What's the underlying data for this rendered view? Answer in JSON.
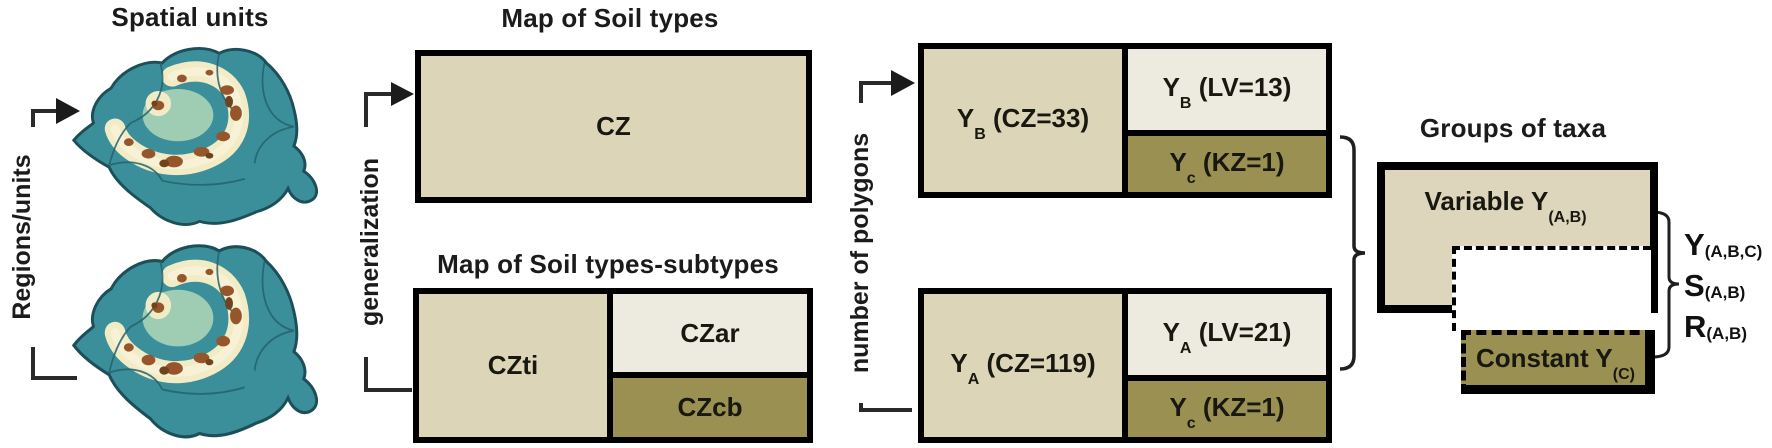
{
  "colors": {
    "box_tan": "#dcd5b8",
    "box_cream": "#edebdf",
    "box_olive": "#9a9052",
    "box_border": "#000000",
    "connector_line": "#2a2a2a",
    "map_lowland_teal": "#3a8f9a",
    "map_basin_green": "#9ecdb4",
    "map_highland_cream": "#f1ebc6",
    "map_peak_brown": "#96552a"
  },
  "spatial": {
    "title": "Spatial units",
    "axis_label": "Regions/units",
    "map_top": "romania-relief-map",
    "map_bottom": "romania-relief-map"
  },
  "generalization": {
    "axis_label": "generalization"
  },
  "soil_types": {
    "title": "Map of Soil types",
    "cz": "CZ"
  },
  "soil_subtypes": {
    "title": "Map of Soil types-subtypes",
    "czti": "CZti",
    "czar": "CZar",
    "czcb": "CZcb"
  },
  "polygons": {
    "axis_label": "number of polygons",
    "top": {
      "main_base": "Y",
      "main_sub": "B",
      "main_rest": " (CZ=33)",
      "lv_base": "Y",
      "lv_sub": "B",
      "lv_rest": " (LV=13)",
      "kz_base": "Y",
      "kz_sub": "c",
      "kz_rest": " (KZ=1)"
    },
    "bottom": {
      "main_base": "Y",
      "main_sub": "A",
      "main_rest": " (CZ=119)",
      "lv_base": "Y",
      "lv_sub": "A",
      "lv_rest": " (LV=21)",
      "kz_base": "Y",
      "kz_sub": "c",
      "kz_rest": " (KZ=1)"
    }
  },
  "taxa": {
    "title": "Groups of taxa",
    "variable_base": "Variable Y",
    "variable_sub": "(A,B)",
    "constant_base": "Constant Y",
    "constant_sub": "(C)",
    "outputs": [
      {
        "base": "Y",
        "sub": "(A,B,C)"
      },
      {
        "base": "S",
        "sub": "(A,B)"
      },
      {
        "base": "R",
        "sub": "(A,B)"
      }
    ]
  }
}
